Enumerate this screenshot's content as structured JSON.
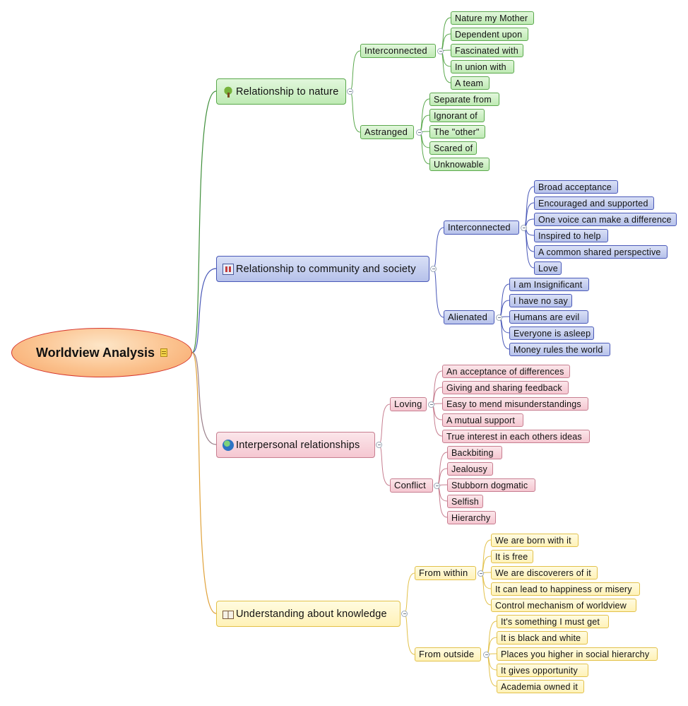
{
  "root": {
    "title": "Worldview Analysis",
    "note_icon": "note-icon"
  },
  "colors": {
    "green": "#5aa84c",
    "blue": "#4958b8",
    "pink": "#c77e90",
    "yellow": "#e2c14a",
    "root": "#d6342c",
    "trunk": "#3f8f3a"
  },
  "branches": [
    {
      "label": "Relationship to nature",
      "icon": "tree-icon",
      "groups": [
        {
          "label": "Interconnected",
          "items": [
            "Nature my Mother",
            "Dependent upon",
            "Fascinated with",
            "In union with",
            "A team"
          ]
        },
        {
          "label": "Astranged",
          "items": [
            "Separate from",
            "Ignorant of",
            "The \"other\"",
            "Scared of",
            "Unknowable"
          ]
        }
      ]
    },
    {
      "label": "Relationship to community and society",
      "icon": "people-icon",
      "groups": [
        {
          "label": "Interconnected",
          "items": [
            "Broad acceptance",
            "Encouraged and supported",
            "One voice can make a difference",
            "Inspired to help",
            "A common shared perspective",
            "Love"
          ]
        },
        {
          "label": "Alienated",
          "items": [
            "I am Insignificant",
            "I have no say",
            "Humans are evil",
            "Everyone is asleep",
            "Money rules the world"
          ]
        }
      ]
    },
    {
      "label": "Interpersonal relationships",
      "icon": "globe-icon",
      "groups": [
        {
          "label": "Loving",
          "items": [
            "An acceptance of differences",
            "Giving and sharing feedback",
            "Easy to mend misunderstandings",
            "A mutual support",
            "True interest in each others ideas"
          ]
        },
        {
          "label": "Conflict",
          "items": [
            "Backbiting",
            "Jealousy",
            "Stubborn dogmatic",
            "Selfish",
            "Hierarchy"
          ]
        }
      ]
    },
    {
      "label": "Understanding about knowledge",
      "icon": "book-icon",
      "groups": [
        {
          "label": "From within",
          "items": [
            "We are born with it",
            "It is free",
            "We are discoverers of it",
            "It can lead to happiness or misery",
            "Control mechanism of worldview"
          ]
        },
        {
          "label": "From outside",
          "items": [
            "It's something I must get",
            "It is black and white",
            "Places you higher in social hierarchy",
            "It gives opportunity",
            "Academia owned it"
          ]
        }
      ]
    }
  ]
}
